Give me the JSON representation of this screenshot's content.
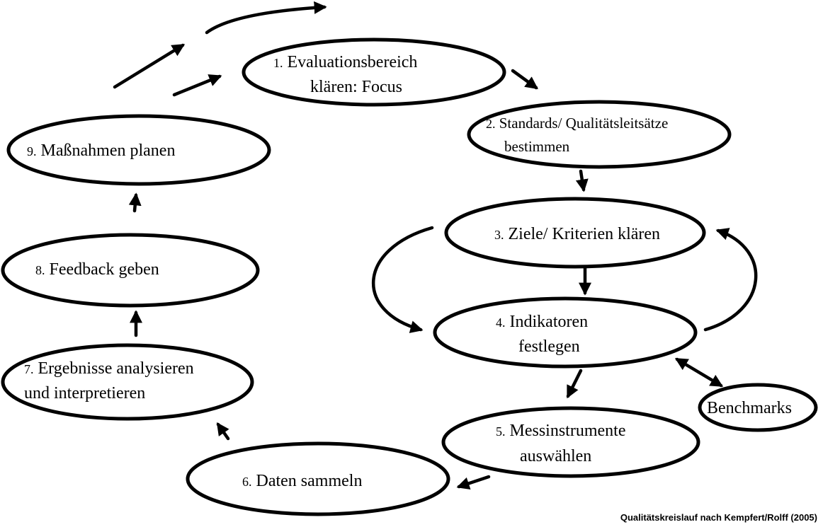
{
  "diagram": {
    "nodes": [
      {
        "id": "n1",
        "number": "1.",
        "lines": [
          "Evaluationsbereich",
          "klären: Focus"
        ]
      },
      {
        "id": "n2",
        "number": "2.",
        "lines": [
          "Standards/ Qualitätsleitsätze",
          "bestimmen"
        ]
      },
      {
        "id": "n3",
        "number": "3.",
        "lines": [
          "Ziele/ Kriterien klären"
        ]
      },
      {
        "id": "n4",
        "number": "4.",
        "lines": [
          "Indikatoren",
          "festlegen"
        ]
      },
      {
        "id": "n5",
        "number": "5.",
        "lines": [
          "Messinstrumente",
          "auswählen"
        ]
      },
      {
        "id": "n6",
        "number": "6.",
        "lines": [
          "Daten sammeln"
        ]
      },
      {
        "id": "n7",
        "number": "7.",
        "lines": [
          "Ergebnisse analysieren",
          "und interpretieren"
        ]
      },
      {
        "id": "n8",
        "number": "8.",
        "lines": [
          "Feedback geben"
        ]
      },
      {
        "id": "n9",
        "number": "9.",
        "lines": [
          "Maßnahmen planen"
        ]
      },
      {
        "id": "bm",
        "number": "",
        "lines": [
          "Benchmarks"
        ]
      }
    ],
    "edges": [
      {
        "from": "n9",
        "to": "n1"
      },
      {
        "from": "n1",
        "to": "n2"
      },
      {
        "from": "n2",
        "to": "n3"
      },
      {
        "from": "n3",
        "to": "n4"
      },
      {
        "from": "n3",
        "to": "n4",
        "style": "curved-left"
      },
      {
        "from": "n4",
        "to": "n3",
        "style": "curved-right"
      },
      {
        "from": "n4",
        "to": "bm",
        "style": "bidirectional"
      },
      {
        "from": "n4",
        "to": "n5"
      },
      {
        "from": "n5",
        "to": "n6"
      },
      {
        "from": "n6",
        "to": "n7"
      },
      {
        "from": "n7",
        "to": "n8"
      },
      {
        "from": "n8",
        "to": "n9"
      }
    ]
  },
  "caption": "Qualitätskreislauf nach Kempfert/Rolff (2005)"
}
